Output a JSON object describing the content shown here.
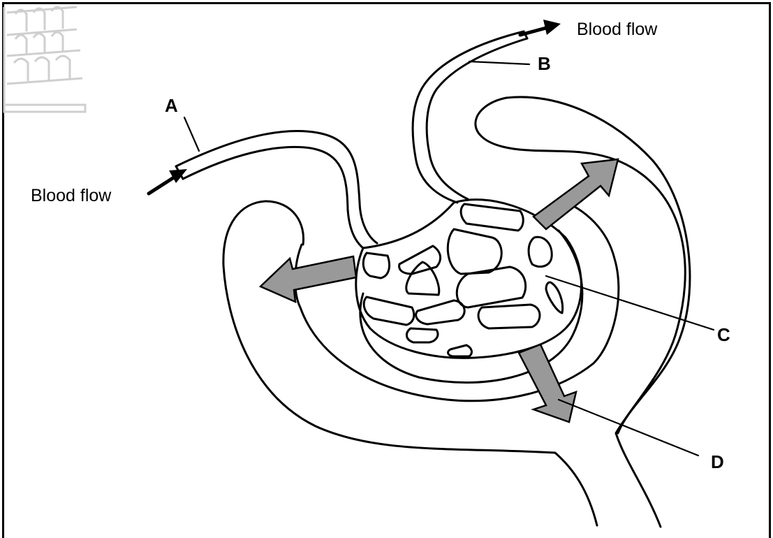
{
  "diagram": {
    "labels": {
      "a": "A",
      "b": "B",
      "c": "C",
      "d": "D"
    },
    "flow_in": "Blood flow",
    "flow_out": "Blood flow"
  },
  "colors": {
    "outline": "#000000",
    "arrow_fill": "#999999",
    "background": "#ffffff"
  }
}
